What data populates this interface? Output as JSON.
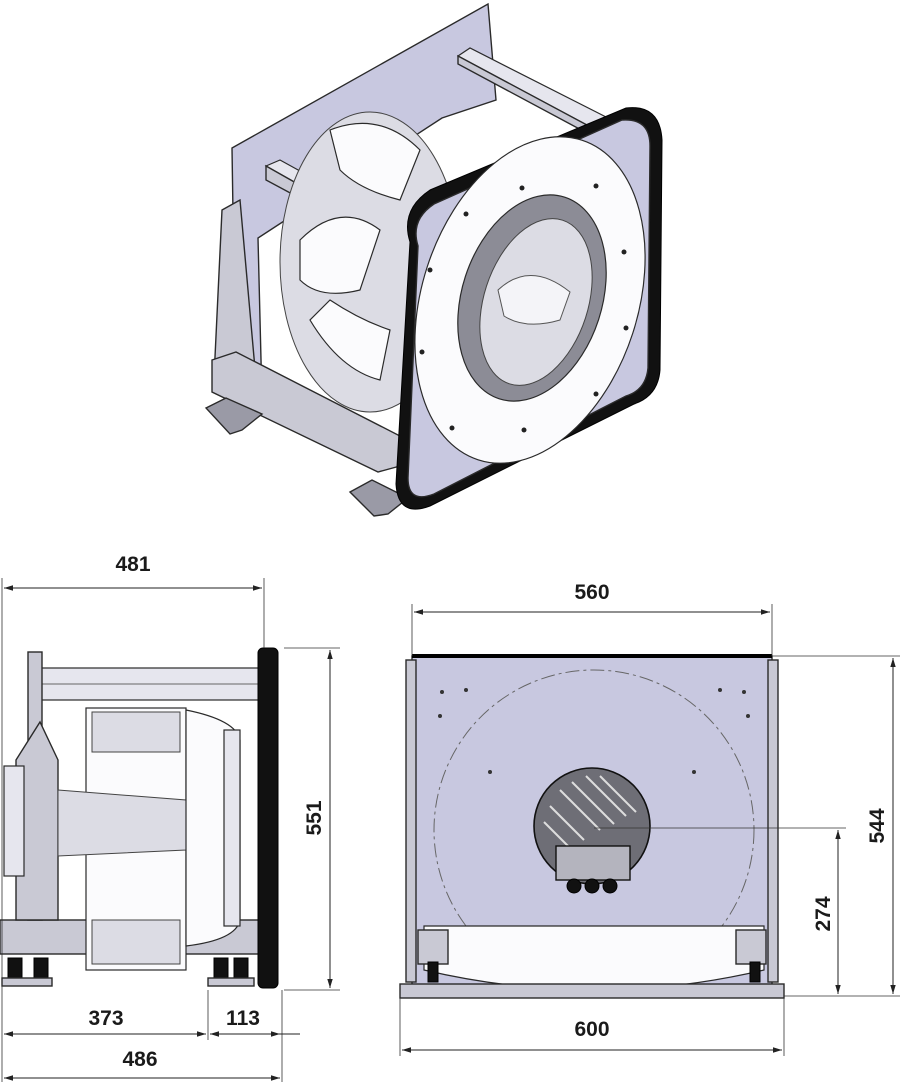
{
  "dimensions": {
    "side_overall_top": "481",
    "side_height": "551",
    "side_bottom_left": "373",
    "side_bottom_right": "113",
    "side_overall_bottom": "486",
    "front_top_width": "560",
    "front_height": "544",
    "front_axis_height": "274",
    "front_bottom_width": "600"
  },
  "colors": {
    "plate": "#c8c8e0",
    "metal": "#c9c9d4",
    "dimension_line": "#222222"
  }
}
